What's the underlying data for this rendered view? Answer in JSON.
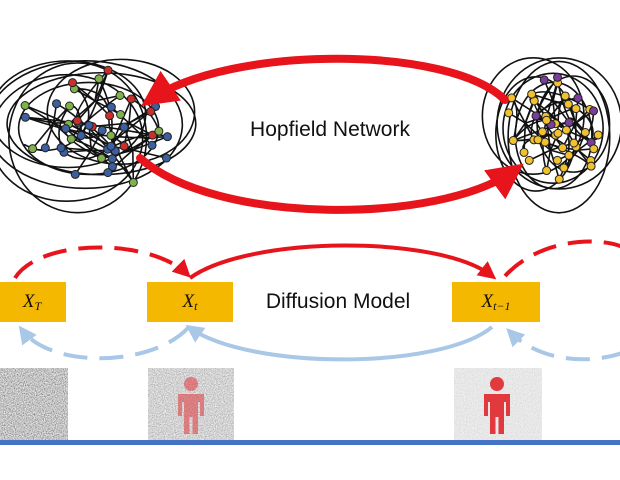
{
  "labels": {
    "hopfield": "Hopfield Network",
    "diffusion": "Diffusion Model"
  },
  "states": [
    {
      "main": "X",
      "sub": "T"
    },
    {
      "main": "X",
      "sub": "t"
    },
    {
      "main": "X",
      "sub": "t−1"
    }
  ],
  "colors": {
    "arrow_red": "#e8141b",
    "arrow_blue": "#a9c7e6",
    "state_box": "#f5b800",
    "baseline": "#4472c4",
    "node_blue": "#3c5fa0",
    "node_green": "#7fb24a",
    "node_red": "#c9302c",
    "node_yellow": "#f2c12e",
    "node_purple": "#7a3d9b",
    "figure_red": "#e0393e"
  },
  "icons": [
    "network-graph-icon",
    "person-icon",
    "noise-image"
  ]
}
